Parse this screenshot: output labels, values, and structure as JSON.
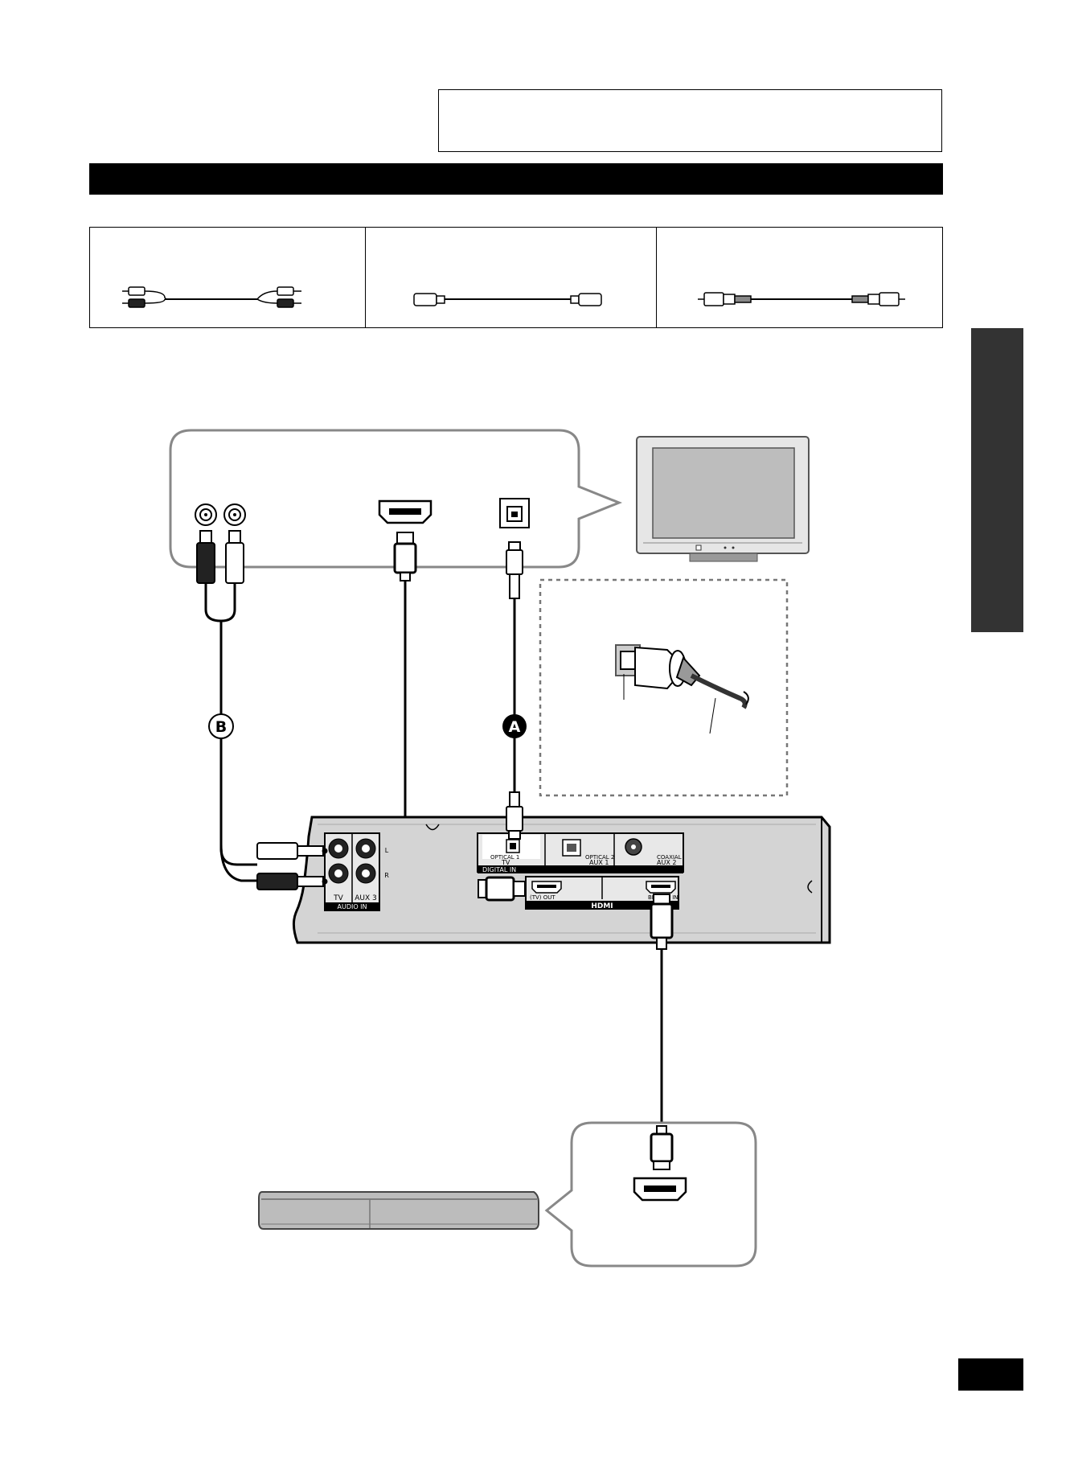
{
  "receiver_panel": {
    "digital_in": {
      "optical1_label": "OPTICAL 1",
      "optical1_source": "TV",
      "optical2_label": "OPTICAL 2",
      "optical2_source": "AUX 1",
      "coaxial_label": "COAXIAL",
      "coaxial_source": "AUX 2",
      "group_label": "DIGITAL IN"
    },
    "hdmi": {
      "tv_out_label": "(TV) OUT",
      "bd_in_label": "BD/DVD IN",
      "logo_text": "HDMI"
    },
    "audio_in": {
      "tv_label": "TV",
      "aux3_label": "AUX 3",
      "group_label": "AUDIO IN",
      "left_mark": "L",
      "right_mark": "R"
    }
  },
  "cable_labels": {
    "a": "A",
    "b": "B"
  },
  "colors": {
    "panel_bg": "#d4d4d4",
    "tab_dark": "#333333"
  }
}
